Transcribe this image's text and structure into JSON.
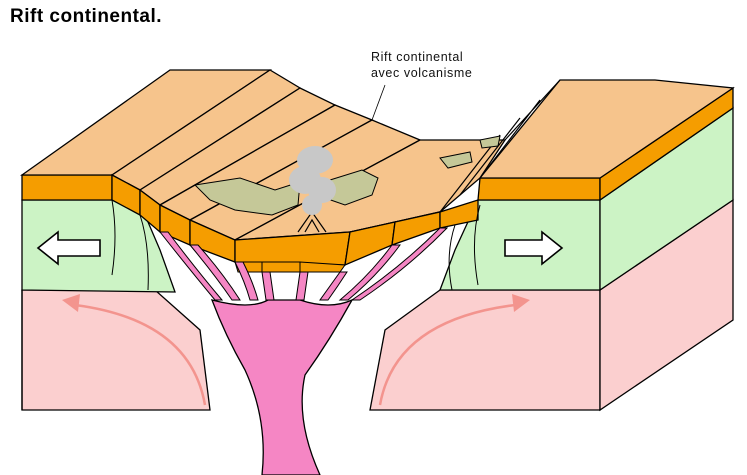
{
  "title": "Rift continental.",
  "label": {
    "line1": "Rift continental",
    "line2": "avec volcanisme"
  },
  "colors": {
    "crust_top": "#f6c48c",
    "crust_edge": "#f59d00",
    "lithosphere": "#ccf3c5",
    "mantle": "#fbcfcf",
    "magma": "#f586c4",
    "lava": "#c5c898",
    "plume": "#c8c8c8",
    "arrow_flow": "#f3948e"
  },
  "icons": {
    "extension_arrows": "arrow-left-icon / arrow-right-icon",
    "convection": "curved-arrow-icon"
  }
}
